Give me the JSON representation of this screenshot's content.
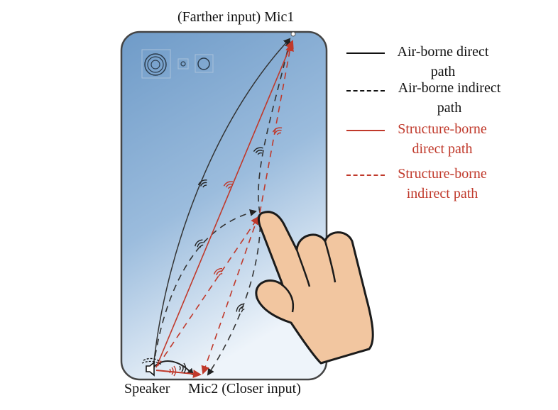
{
  "labels": {
    "mic1": "(Farther input) Mic1",
    "speaker": "Speaker",
    "mic2": "Mic2 (Closer input)"
  },
  "legend": {
    "items": [
      {
        "line1": "Air-borne direct",
        "line2": "path",
        "style": "solid",
        "color": "#111111"
      },
      {
        "line1": "Air-borne indirect",
        "line2": "path",
        "style": "dashed",
        "color": "#111111"
      },
      {
        "line1": "Structure-borne",
        "line2": "direct path",
        "style": "solid",
        "color": "#c0392b"
      },
      {
        "line1": "Structure-borne",
        "line2": "indirect path",
        "style": "dashed",
        "color": "#c0392b"
      }
    ]
  },
  "colors": {
    "phone_top": "#7ea7d1",
    "phone_bottom": "#e7f0f8",
    "air": "#222222",
    "structure": "#c0392b",
    "hand_skin": "#f2c6a0"
  },
  "icons": [
    "camera-icon",
    "sound-wave-icon",
    "hand-icon",
    "speaker-icon",
    "microphone-icon"
  ]
}
